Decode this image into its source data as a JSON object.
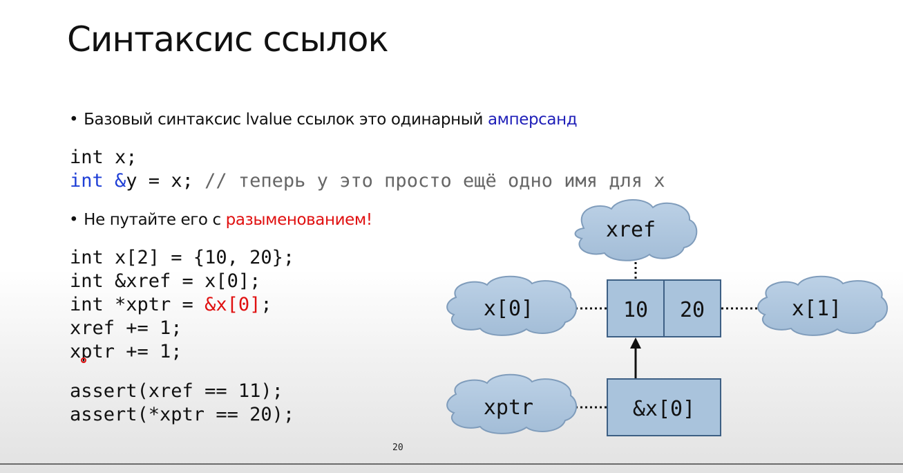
{
  "slide": {
    "title": "Синтаксис ссылок",
    "bullet1": {
      "dot": "•",
      "text": "Базовый синтаксис lvalue ссылок это одинарный ",
      "highlight": "амперсанд"
    },
    "code1": {
      "line1": "int x;",
      "line2_kw": "int",
      "line2_amp": " &",
      "line2_rest": "y = x; ",
      "line2_comment": "// теперь y это просто ещё одно имя для x"
    },
    "bullet2": {
      "dot": "•",
      "text": "Не путайте его с ",
      "highlight": "разыменованием!"
    },
    "code2": {
      "line1": "int x[2] = {10, 20};",
      "line2": "int &xref = x[0];",
      "line3_a": "int *xptr = ",
      "line3_hl": "&x[0]",
      "line3_b": ";",
      "line4": "xref += 1;",
      "line5": "xptr += 1;"
    },
    "code3": {
      "line1": "assert(xref == 11);",
      "line2": "assert(*xptr == 20);"
    },
    "diagram": {
      "xref": "xref",
      "x0": "x[0]",
      "x1": "x[1]",
      "xptr": "xptr",
      "cell0": "10",
      "cell1": "20",
      "addr": "&x[0]"
    },
    "page_number": "20"
  },
  "colors": {
    "accent_blue": "#1f1fb8",
    "accent_red": "#e01010",
    "box_fill": "#a9c3dc",
    "box_stroke": "#3d5f84"
  }
}
